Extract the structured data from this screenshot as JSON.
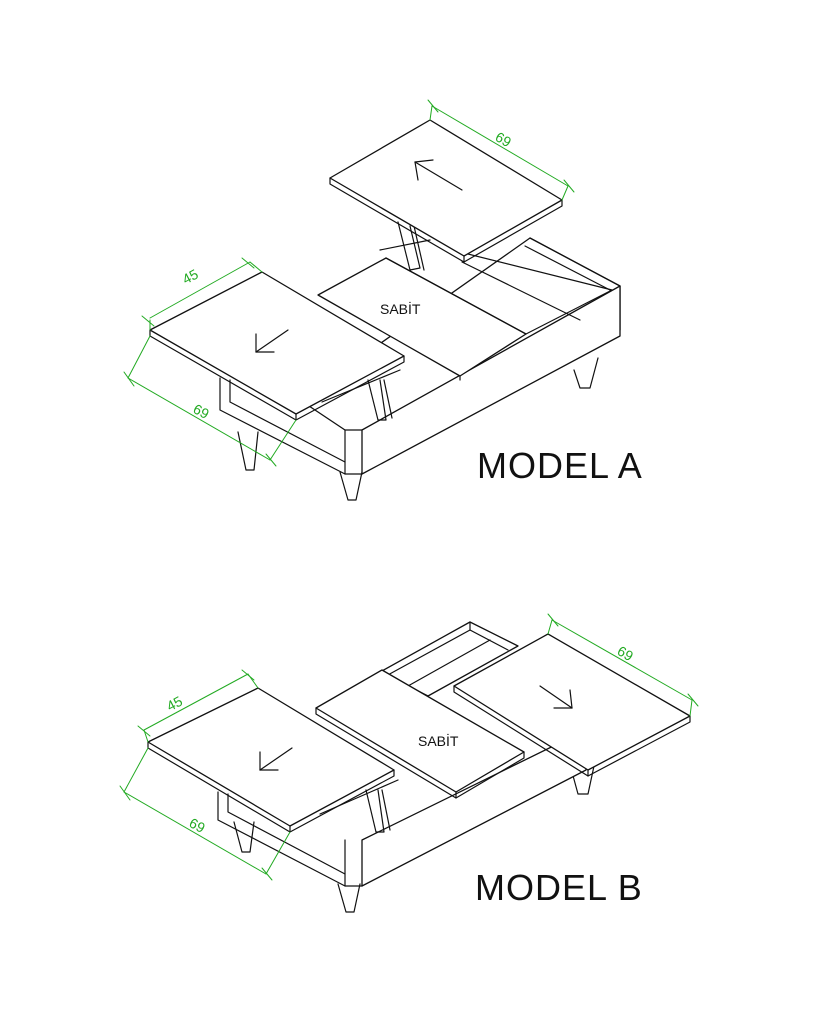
{
  "colors": {
    "line": "#111111",
    "dimension": "#22aa22",
    "background": "#ffffff"
  },
  "model_a": {
    "title": "MODEL  A",
    "fixed_label": "SABİT",
    "dim_left_width": "45",
    "dim_left_depth": "69",
    "dim_right_lifted": "69"
  },
  "model_b": {
    "title": "MODEL  B",
    "fixed_label": "SABİT",
    "dim_left_width": "45",
    "dim_left_depth": "69",
    "dim_right_slide": "69"
  }
}
